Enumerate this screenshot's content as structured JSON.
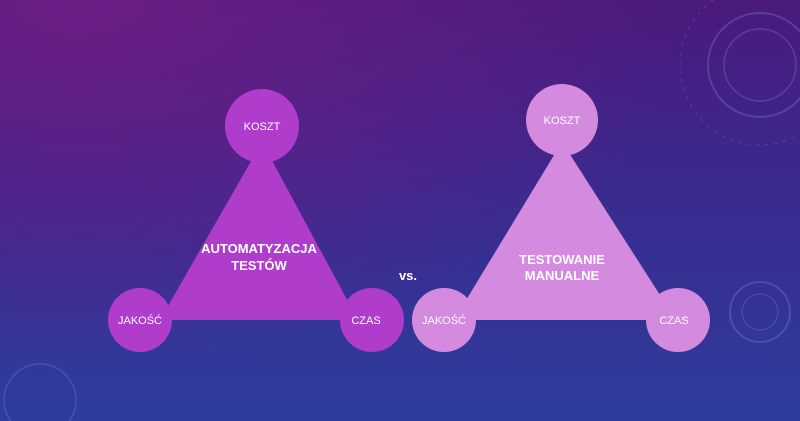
{
  "diagram": {
    "left": {
      "title_line1": "AUTOMATYZACJA",
      "title_line2": "TESTÓW",
      "top": "KOSZT",
      "left": "JAKOŚĆ",
      "right": "CZAS"
    },
    "connector": "vs.",
    "right": {
      "title_line1": "TESTOWANIE",
      "title_line2": "MANUALNE",
      "top": "KOSZT",
      "left": "JAKOŚĆ",
      "right": "CZAS"
    }
  },
  "colors": {
    "left_fill": "#b03ccc",
    "right_fill": "#d38adf",
    "background_top": "#4a1a7c",
    "background_bottom": "#2e3d9c"
  }
}
